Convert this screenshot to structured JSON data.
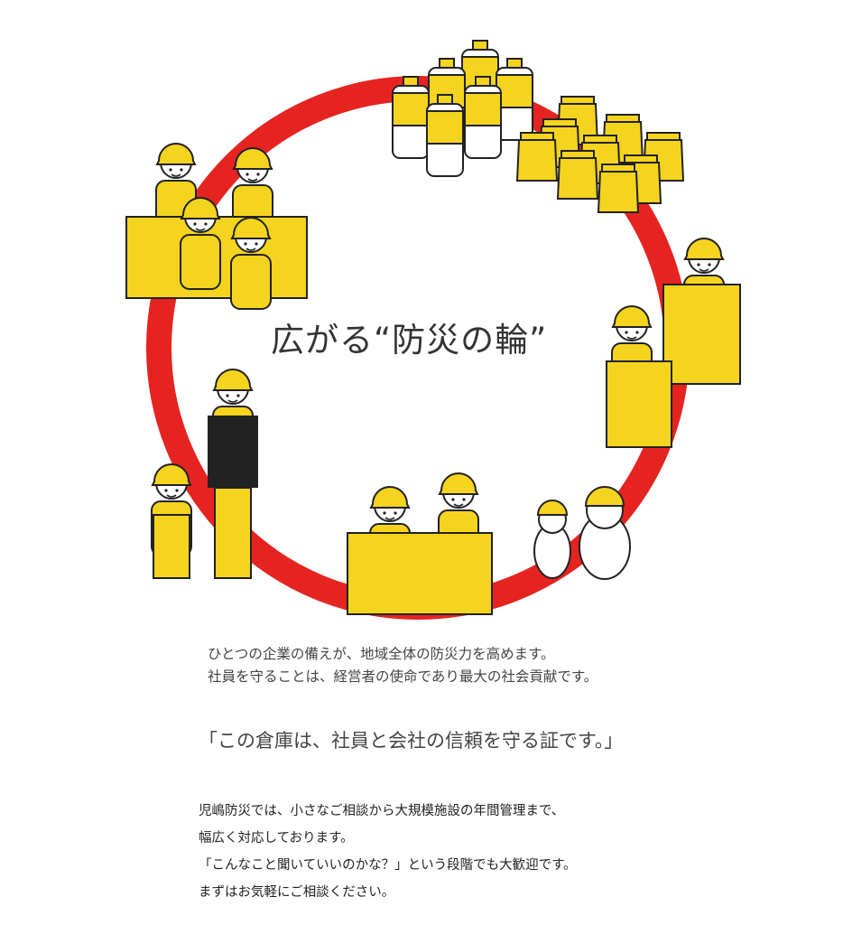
{
  "headline": "広がる“防災の輪”",
  "lead": [
    "ひとつの企業の備えが、地域全体の防災力を高めます。",
    "社員を守ることは、経営者の使命であり最大の社会貢献です。"
  ],
  "quote": "「この倉庫は、社員と会社の信頼を守る証です。」",
  "body": [
    "児嶋防災では、小さなご相談から大規模施設の年間管理まで、",
    "幅広く対応しております。",
    "「こんなこと聞いていいのかな？」という段階でも大歓迎です。",
    "まずはお気軽にご相談ください。"
  ],
  "colors": {
    "ring": "#e52421",
    "yellow": "#f5d41f",
    "ink": "#222222"
  }
}
